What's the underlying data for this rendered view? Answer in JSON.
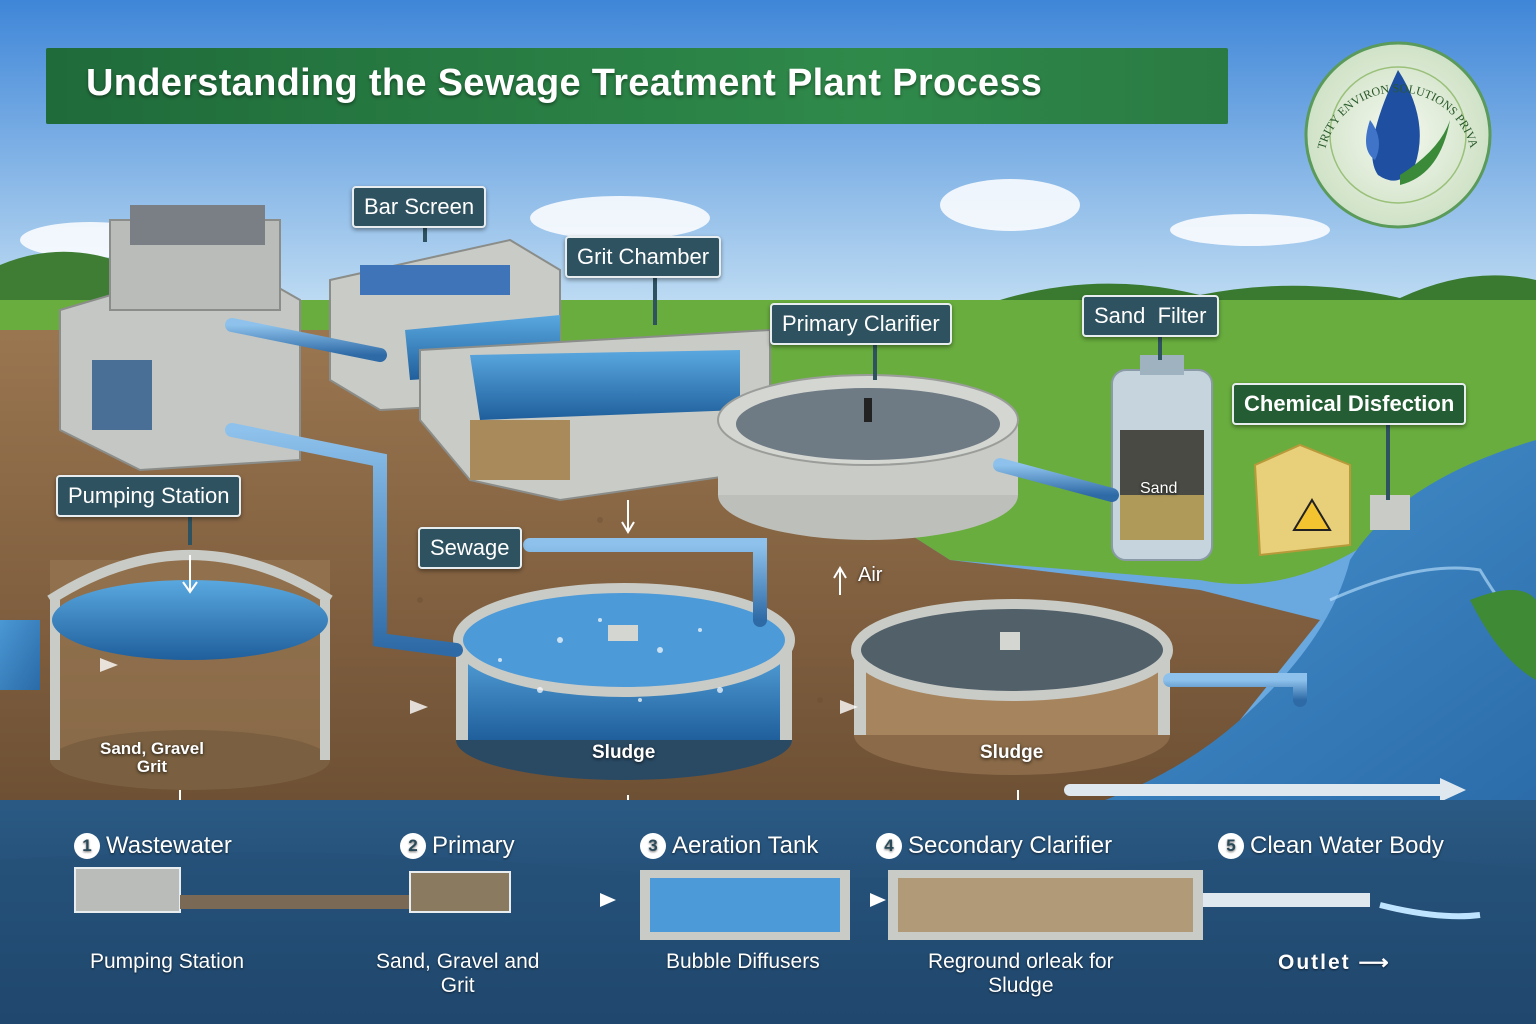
{
  "title": "Understanding the Sewage Treatment Plant Process",
  "logo": {
    "ring_text": "TRITY ENVIRON SOLUTIONS PRIVATE LIMITED",
    "colors": {
      "ring": "#5a9a5a",
      "drop": "#1e4fa0",
      "leaf": "#3a8a3a"
    }
  },
  "labels": {
    "bar_screen": "Bar Screen",
    "grit_chamber": "Grit Chamber",
    "primary_clarifier": "Primary Clarifier",
    "sand_filter": "Sand  Filter",
    "chemical_disinfection": "Chemical Disfection",
    "pumping_station": "Pumping Station",
    "sewage": "Sewage",
    "air": "Air",
    "sand": "Sand",
    "sand_gravel_grit": "Sand, Gravel\nGrit",
    "sludge_1": "Sludge",
    "sludge_2": "Sludge"
  },
  "steps": [
    {
      "num": "1",
      "label": "Wastewater",
      "sub": "Pumping Station"
    },
    {
      "num": "2",
      "label": "Primary",
      "sub": "Sand, Gravel and\nGrit"
    },
    {
      "num": "3",
      "label": "Aeration Tank",
      "sub": "Bubble Diffusers"
    },
    {
      "num": "4",
      "label": "Secondary Clarifier",
      "sub": "Reground orleak for\nSludge"
    },
    {
      "num": "5",
      "label": "Clean Water Body",
      "sub": "Outlet"
    }
  ],
  "colors": {
    "banner": "#2a7a43",
    "label_bg": "#2f5260",
    "water": "#2d78b8",
    "pipe": "#4a8ac4",
    "concrete": "#c9cbc6",
    "soil": "#8a6a48",
    "grass": "#5fa63a"
  }
}
